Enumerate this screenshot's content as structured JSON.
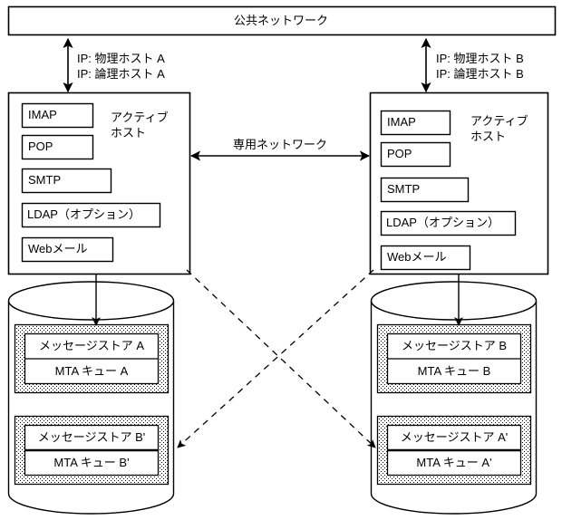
{
  "diagram": {
    "type": "high-availability mail server deployment diagram",
    "public_network": {
      "label": "公共ネットワーク"
    },
    "private_network": {
      "label": "専用ネットワーク"
    },
    "connections": {
      "left_ip_physical": "IP: 物理ホスト A",
      "left_ip_logical": "IP: 論理ホスト A",
      "right_ip_physical": "IP: 物理ホスト B",
      "right_ip_logical": "IP: 論理ホスト B"
    },
    "hosts": [
      {
        "id": "left",
        "role_label_line1": "アクティブ",
        "role_label_line2": "ホスト",
        "services": [
          "IMAP",
          "POP",
          "SMTP",
          "LDAP（オプション）",
          "Webメール"
        ]
      },
      {
        "id": "right",
        "role_label_line1": "アクティブ",
        "role_label_line2": "ホスト",
        "services": [
          "IMAP",
          "POP",
          "SMTP",
          "LDAP（オプション）",
          "Webメール"
        ]
      }
    ],
    "storage": [
      {
        "id": "left-cylinder",
        "groups": [
          {
            "store": "メッセージストア A",
            "queue": "MTA キュー A",
            "emphasized": false
          },
          {
            "store": "メッセージストア B'",
            "queue": "MTA キュー B'",
            "emphasized": true
          }
        ]
      },
      {
        "id": "right-cylinder",
        "groups": [
          {
            "store": "メッセージストア B",
            "queue": "MTA キュー B",
            "emphasized": false
          },
          {
            "store": "メッセージストア A'",
            "queue": "MTA キュー A'",
            "emphasized": true
          }
        ]
      }
    ],
    "colors": {
      "stroke": "#000000",
      "background": "#ffffff",
      "stipple_dot": "#000000",
      "stipple_bg": "#ffffff"
    }
  }
}
